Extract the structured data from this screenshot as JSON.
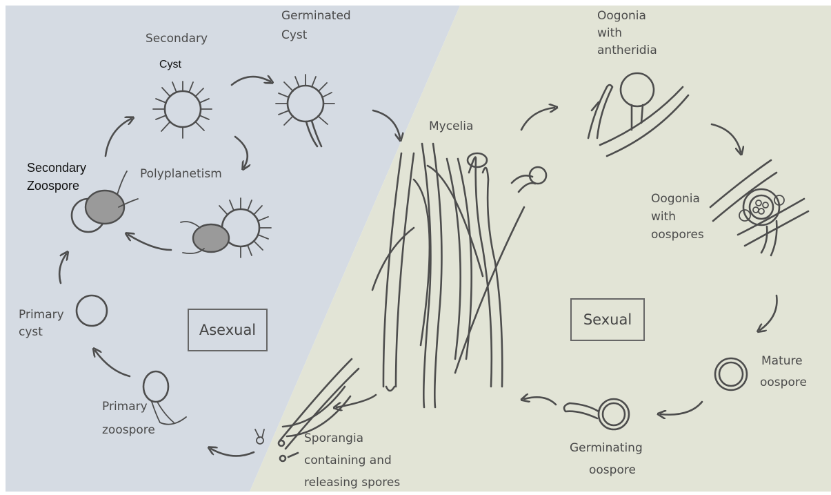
{
  "colors": {
    "asexual_bg": "#d5dbe3",
    "sexual_bg": "#e2e4d6",
    "ink": "#4d4d4d",
    "cell_fill": "#9a9a9a"
  },
  "asexual": {
    "box_label": "Asexual",
    "secondary_cyst": [
      "Secondary",
      "Cyst"
    ],
    "germinated_cyst": [
      "Germinated",
      "Cyst"
    ],
    "secondary_zoospore": [
      "Secondary",
      "Zoospore"
    ],
    "polyplanetism": "Polyplanetism",
    "primary_cyst": [
      "Primary",
      "cyst"
    ],
    "primary_zoospore": [
      "Primary",
      "zoospore"
    ]
  },
  "center": {
    "mycelia": "Mycelia",
    "sporangia": [
      "Sporangia",
      "containing and",
      "releasing spores"
    ]
  },
  "sexual": {
    "box_label": "Sexual",
    "oogonia_antheridia": [
      "Oogonia",
      "with",
      "antheridia"
    ],
    "oogonia_oospores": [
      "Oogonia",
      "with",
      "oospores"
    ],
    "mature_oospore": [
      "Mature",
      "oospore"
    ],
    "germinating_oospore": [
      "Germinating",
      "oospore"
    ]
  }
}
